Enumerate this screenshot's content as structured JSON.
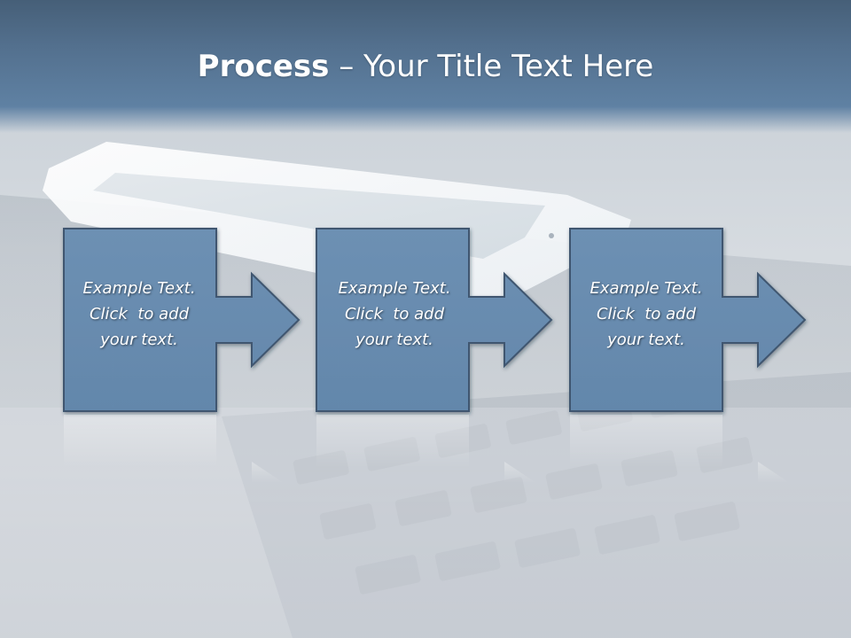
{
  "slide": {
    "title_bold": "Process",
    "title_dash": " – ",
    "title_rest": "Your Title Text Here"
  },
  "steps": [
    {
      "line1": "Example Text.",
      "line2": "Click  to add",
      "line3": "your text."
    },
    {
      "line1": "Example Text.",
      "line2": "Click  to add",
      "line3": "your text."
    },
    {
      "line1": "Example Text.",
      "line2": "Click  to add",
      "line3": "your text."
    }
  ],
  "colors": {
    "header": "#53708e",
    "shape_fill": "#6a8db0",
    "shape_stroke": "#3f5670",
    "text": "#ffffff"
  },
  "icons": [
    "right-arrow-icon"
  ]
}
